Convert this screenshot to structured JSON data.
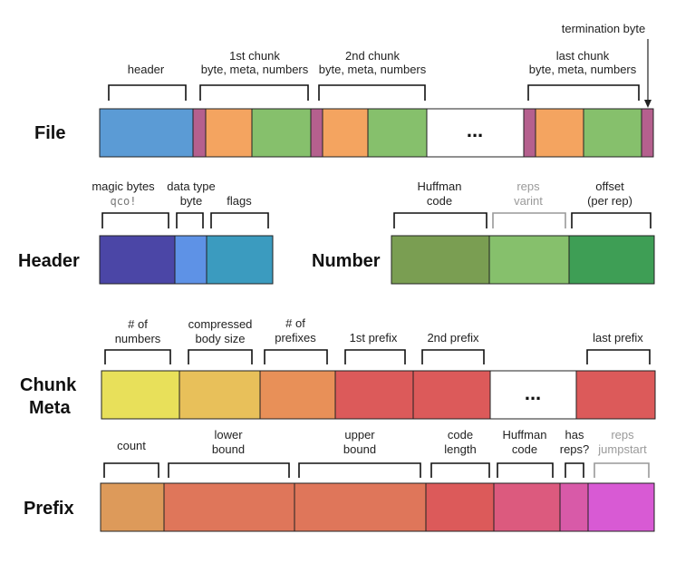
{
  "rows": {
    "file": {
      "title": "File",
      "labels": {
        "header": "header",
        "chunk1_l1": "1st chunk",
        "chunk1_l2": "byte, meta, numbers",
        "chunk2_l1": "2nd chunk",
        "chunk2_l2": "byte, meta, numbers",
        "last_l1": "last chunk",
        "last_l2": "byte, meta, numbers",
        "termination": "termination byte"
      },
      "ellipsis": "...",
      "colors": {
        "header": "#5b9bd5",
        "chunk_byte": "#b5608e",
        "meta": "#f4a460",
        "numbers": "#86c06c",
        "termination": "#b5608e"
      }
    },
    "header": {
      "title": "Header",
      "labels": {
        "magic": "magic bytes",
        "magic_value": "qco!",
        "data_type_l1": "data type",
        "data_type_l2": "byte",
        "flags": "flags"
      },
      "colors": {
        "magic": "#4b46a6",
        "data_type": "#5e92e6",
        "flags": "#3b9bbf"
      }
    },
    "number": {
      "title": "Number",
      "labels": {
        "huffman_l1": "Huffman",
        "huffman_l2": "code",
        "reps_l1": "reps",
        "reps_l2": "varint",
        "offset_l1": "offset",
        "offset_l2": "(per rep)"
      },
      "colors": {
        "huffman": "#7a9e52",
        "reps": "#86c06c",
        "offset": "#3e9e55"
      }
    },
    "chunk_meta": {
      "title_l1": "Chunk",
      "title_l2": "Meta",
      "labels": {
        "num_l1": "# of",
        "num_l2": "numbers",
        "body_l1": "compressed",
        "body_l2": "body size",
        "prefixes_l1": "# of",
        "prefixes_l2": "prefixes",
        "p1": "1st prefix",
        "p2": "2nd prefix",
        "plast": "last prefix"
      },
      "ellipsis": "...",
      "colors": {
        "num": "#e8e05a",
        "body": "#e8c05a",
        "prefixes": "#e89058",
        "prefix": "#dc5a5a"
      }
    },
    "prefix": {
      "title": "Prefix",
      "labels": {
        "count": "count",
        "lower_l1": "lower",
        "lower_l2": "bound",
        "upper_l1": "upper",
        "upper_l2": "bound",
        "code_l1": "code",
        "code_l2": "length",
        "huff_l1": "Huffman",
        "huff_l2": "code",
        "has_l1": "has",
        "has_l2": "reps?",
        "jump_l1": "reps",
        "jump_l2": "jumpstart"
      },
      "colors": {
        "count": "#dd9a5a",
        "bound": "#df765a",
        "code_length": "#dc5a5a",
        "huffman": "#dc5a7e",
        "has_reps": "#d85aa8",
        "jumpstart": "#d85ad4"
      }
    }
  }
}
